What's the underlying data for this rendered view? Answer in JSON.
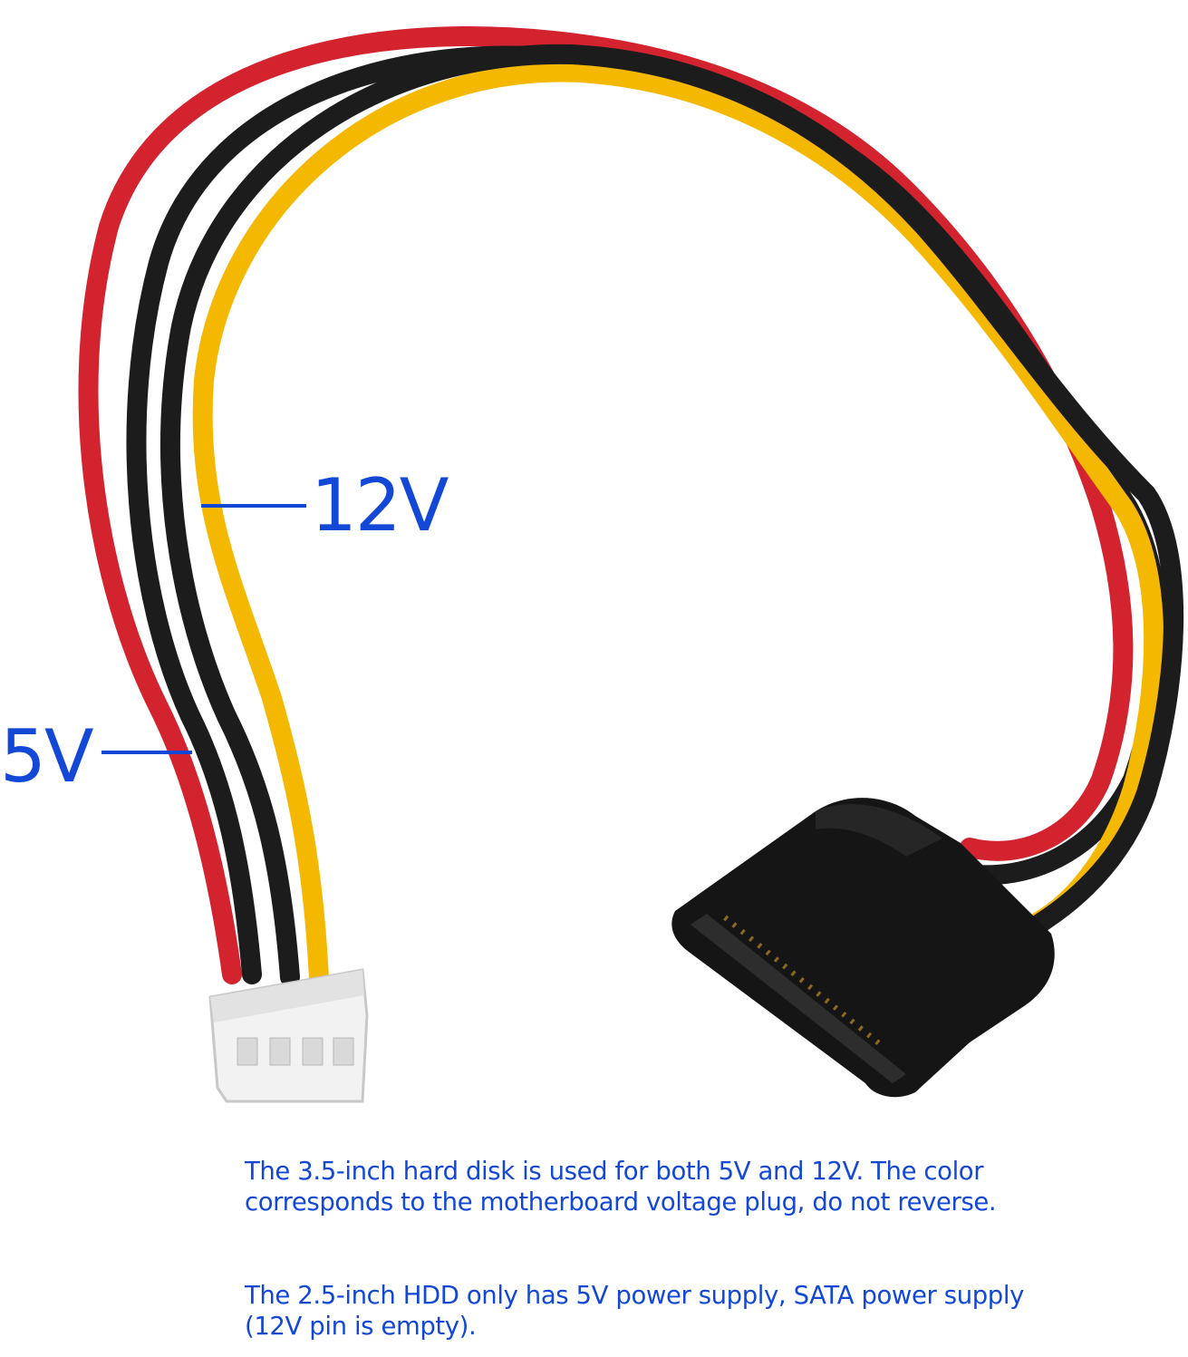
{
  "colors": {
    "label_blue": "#1347d6",
    "wire_red": "#d3232f",
    "wire_black": "#1c1c1c",
    "wire_yellow": "#f5b800",
    "connector_black": "#151515",
    "connector_white": "#f2f2f2"
  },
  "callouts": {
    "twelve_v": "12V",
    "five_v": "5V"
  },
  "captions": {
    "first": "The 3.5-inch hard disk is used for both 5V and 12V. The color corresponds to the motherboard voltage plug, do not reverse.",
    "second": "The 2.5-inch HDD only has 5V power supply, SATA power supply (12V pin is empty)."
  }
}
